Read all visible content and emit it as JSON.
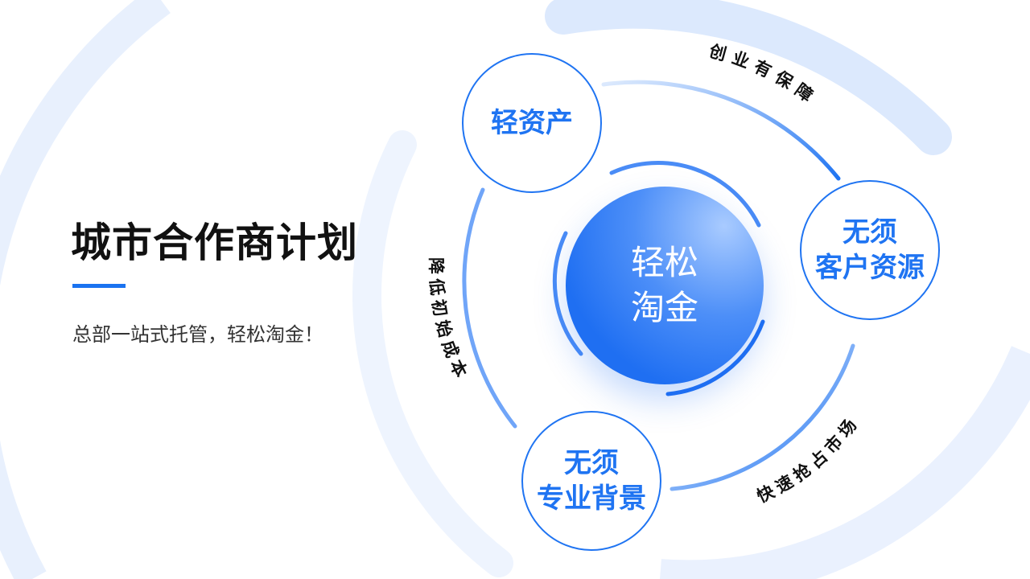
{
  "slide": {
    "title": "城市合作商计划",
    "subtitle": "总部一站式托管，轻松淘金！"
  },
  "center": {
    "line1": "轻松",
    "line2": "淘金"
  },
  "nodes": [
    {
      "line1": "轻资产",
      "line2": ""
    },
    {
      "line1": "无须",
      "line2": "客户资源"
    },
    {
      "line1": "无须",
      "line2": "专业背景"
    }
  ],
  "arc_labels": {
    "top": "创业有保障",
    "left": "降低初始成本",
    "bottom": "快速抢占市场"
  },
  "colors": {
    "accent": "#1f74f2",
    "text": "#111111"
  }
}
